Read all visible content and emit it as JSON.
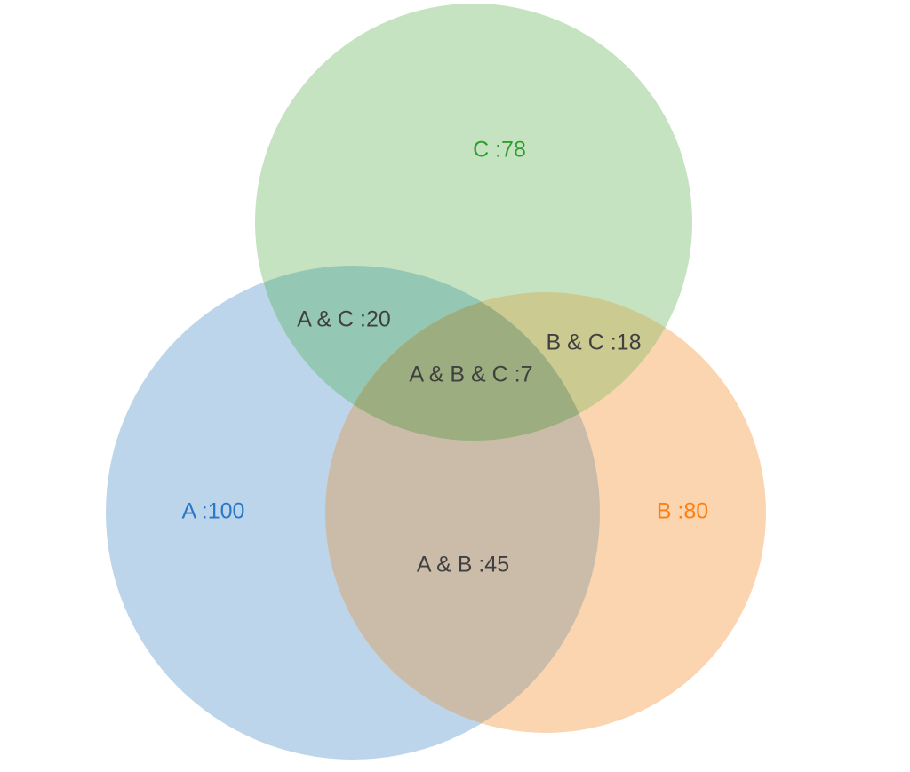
{
  "chart_data": {
    "type": "venn",
    "sets": [
      {
        "name": "A",
        "size": 100,
        "color": "#bdd5ea",
        "label_color": "#2878c8",
        "label": "A :100"
      },
      {
        "name": "B",
        "size": 80,
        "color": "#fbd4b0",
        "label_color": "#ff7f0e",
        "label": "B :80"
      },
      {
        "name": "C",
        "size": 78,
        "color": "#c5e2c1",
        "label_color": "#2ca02c",
        "label": "C :78"
      }
    ],
    "intersections": [
      {
        "sets": [
          "A",
          "B"
        ],
        "size": 45,
        "label": "A & B :45"
      },
      {
        "sets": [
          "A",
          "C"
        ],
        "size": 20,
        "label": "A & C :20"
      },
      {
        "sets": [
          "B",
          "C"
        ],
        "size": 18,
        "label": "B & C :18"
      },
      {
        "sets": [
          "A",
          "B",
          "C"
        ],
        "size": 7,
        "label": "A & B & C :7"
      }
    ],
    "colors": {
      "overlap_label": "#404040",
      "ab": "#cbbca9",
      "ac": "#95c7b5",
      "bc": "#cbca90",
      "abc": "#9cae7f"
    }
  }
}
